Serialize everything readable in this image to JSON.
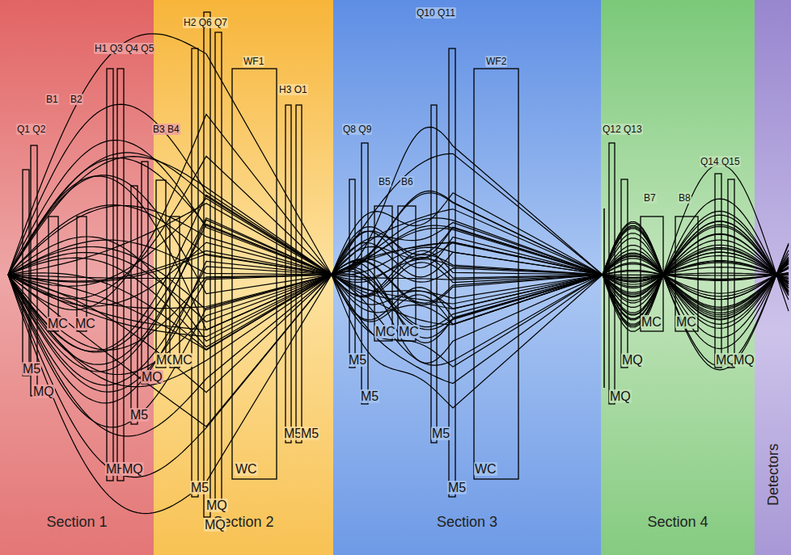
{
  "diagram": {
    "nodes": [
      {
        "text": [
          "Section 1"
        ]
      },
      {
        "text": [
          "Section 2"
        ]
      },
      {
        "text": [
          "Section 3"
        ]
      },
      {
        "text": [
          "Section 4"
        ]
      },
      {
        "text": [
          "Detectors"
        ]
      }
    ],
    "edges": [],
    "labels": [
      "Q1 Q2",
      "B1",
      "B2",
      "H1 Q3 Q4 Q5",
      "B3 B4",
      "H2 Q6 Q7",
      "WF1",
      "H3 O1",
      "Q8 Q9",
      "B5",
      "B6",
      "Q10 Q11",
      "WF2",
      "Q12 Q13",
      "B7",
      "B8",
      "Q14 Q15",
      "M5",
      "MQ",
      "MC",
      "MC",
      "MQ",
      "M5",
      "MH",
      "MQ",
      "MC",
      "MC",
      "M5",
      "MQ",
      "MQ",
      "WC",
      "M5",
      "M5",
      "M5",
      "M5",
      "MC",
      "MC",
      "M5",
      "M5",
      "WC",
      "MQ",
      "MQ",
      "MC",
      "MC",
      "MQ",
      "MQ"
    ]
  }
}
